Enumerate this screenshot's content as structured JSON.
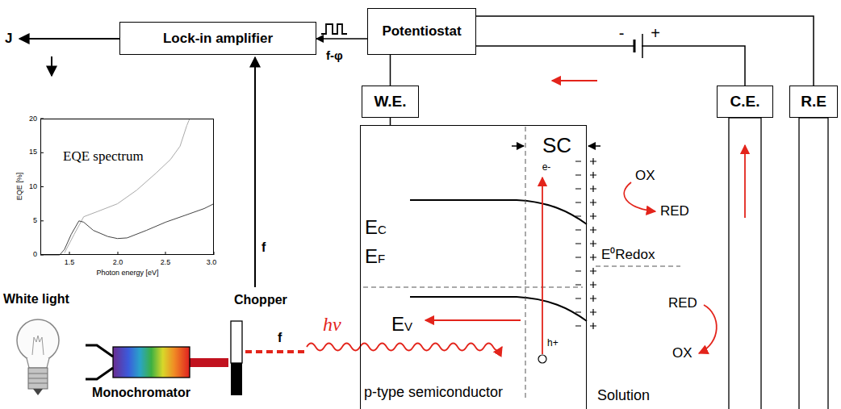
{
  "diagram": {
    "nodes": [
      {
        "text": [
          "Lock-in amplifier"
        ]
      },
      {
        "text": [
          "Potentiostat"
        ]
      },
      {
        "text": [
          "W.E."
        ]
      },
      {
        "text": [
          "C.E."
        ]
      },
      {
        "text": [
          "R.E"
        ]
      },
      {
        "text": [
          "EQE spectrum"
        ]
      },
      {
        "text": [
          "p-type semiconductor"
        ]
      }
    ],
    "edges": [
      {
        "from": 1,
        "to": 0,
        "arrow": "to",
        "label": "f-φ"
      },
      {
        "from": 1,
        "to": 2,
        "arrow": "none"
      },
      {
        "from": 1,
        "to": 3,
        "arrow": "none"
      },
      {
        "from": 1,
        "to": 4,
        "arrow": "none"
      },
      {
        "from": 2,
        "to": 6,
        "arrow": "none"
      }
    ],
    "labels": [
      "J",
      "f",
      "EQE [%]",
      "0",
      "5",
      "10",
      "15",
      "20",
      "1.5",
      "2.0",
      "2.5",
      "3.0",
      "Photon energy [eV]",
      "-",
      "+",
      "SC",
      "e-",
      "OX",
      "RED",
      "E⁰Redox",
      "EC",
      "EF",
      "White light",
      "EV",
      "hν",
      "h+",
      "RED",
      "OX",
      "Chopper",
      "f",
      "Monochromator",
      "Solution"
    ]
  }
}
